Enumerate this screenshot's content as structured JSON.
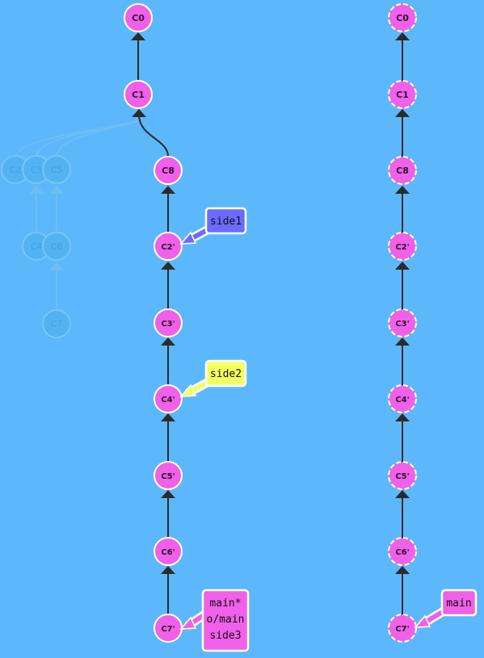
{
  "colors": {
    "background": "#5cb8fb",
    "commit_fill": "#f060e8",
    "commit_stroke": "#ffffff",
    "ghost_fill": "#4cb0ec",
    "ghost_stroke": "#8fd0f8",
    "ghost_text": "#2a8fcf",
    "edge": "#2b2b2b",
    "side1_fill": "#6b6bff",
    "side2_fill": "#f2ff62",
    "main_fill": "#f060e8"
  },
  "local": {
    "ghost_commits": [
      {
        "id": "g2",
        "label": "C2"
      },
      {
        "id": "g3",
        "label": "C3"
      },
      {
        "id": "g5",
        "label": "C5"
      },
      {
        "id": "g4",
        "label": "C4"
      },
      {
        "id": "g6",
        "label": "C6"
      },
      {
        "id": "g7",
        "label": "C7"
      }
    ],
    "commits": [
      {
        "id": "c0",
        "label": "C0"
      },
      {
        "id": "c1",
        "label": "C1"
      },
      {
        "id": "c8",
        "label": "C8"
      },
      {
        "id": "c2p",
        "label": "C2'"
      },
      {
        "id": "c3p",
        "label": "C3'"
      },
      {
        "id": "c4p",
        "label": "C4'"
      },
      {
        "id": "c5p",
        "label": "C5'"
      },
      {
        "id": "c6p",
        "label": "C6'"
      },
      {
        "id": "c7p",
        "label": "C7'"
      }
    ],
    "branches": [
      {
        "name": "side1",
        "target": "C2'"
      },
      {
        "name": "side2",
        "target": "C4'"
      },
      {
        "lines": [
          "main*",
          "o/main",
          "side3"
        ],
        "target": "C7'"
      }
    ]
  },
  "remote": {
    "commits": [
      {
        "id": "r0",
        "label": "C0"
      },
      {
        "id": "r1",
        "label": "C1"
      },
      {
        "id": "r8",
        "label": "C8"
      },
      {
        "id": "r2p",
        "label": "C2'"
      },
      {
        "id": "r3p",
        "label": "C3'"
      },
      {
        "id": "r4p",
        "label": "C4'"
      },
      {
        "id": "r5p",
        "label": "C5'"
      },
      {
        "id": "r6p",
        "label": "C6'"
      },
      {
        "id": "r7p",
        "label": "C7'"
      }
    ],
    "branches": [
      {
        "name": "main",
        "target": "C7'"
      }
    ]
  }
}
